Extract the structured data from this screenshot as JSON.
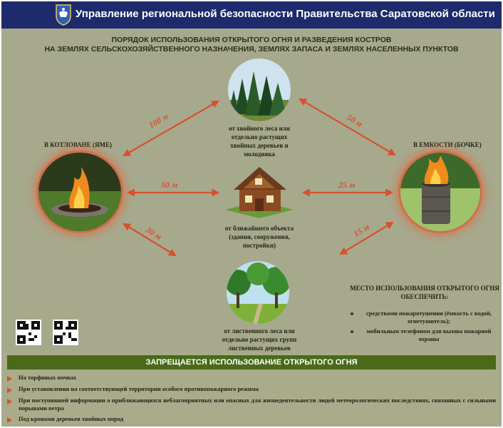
{
  "header": {
    "title": "Управление региональной безопасности Правительства Саратовской области",
    "emblem_icon": "saratov-coat-of-arms"
  },
  "poster": {
    "title_line1": "ПОРЯДОК ИСПОЛЬЗОВАНИЯ ОТКРЫТОГО ОГНЯ И  РАЗВЕДЕНИЯ КОСТРОВ",
    "title_line2": "НА ЗЕМЛЯХ СЕЛЬСКОХОЗЯЙСТВЕННОГО НАЗНАЧЕНИЯ, ЗЕМЛЯХ ЗАПАСА И ЗЕМЛЯХ НАСЕЛЕННЫХ ПУНКТОВ"
  },
  "places": {
    "pit": "В КОТЛОВАНЕ (ЯМЕ)",
    "barrel": "В ЕМКОСТИ (БОЧКЕ)"
  },
  "captions": {
    "conifer_l1": "от хвойного леса или",
    "conifer_l2": "отдельно растущих",
    "conifer_l3": "хвойных деревьев и",
    "conifer_l4": "молодняка",
    "building_l1": "от ближайшего объекта",
    "building_l2": "(здания, сооружения,",
    "building_l3": "постройки)",
    "deciduous_l1": "от лиственного леса или",
    "deciduous_l2": "отдельно растущих групп",
    "deciduous_l3": "лиственных деревьев"
  },
  "distances": {
    "pit_conifer": "100 м",
    "barrel_conifer": "50 м",
    "pit_building": "50 м",
    "barrel_building": "25 м",
    "pit_deciduous": "30 м",
    "barrel_deciduous": "15 м"
  },
  "ensure": {
    "title_l1": "МЕСТО ИСПОЛЬЗОВАНИЯ ОТКРЫТОГО ОГНЯ",
    "title_l2": "ОБЕСПЕЧИТЬ:",
    "items": [
      "средствами пожаротушения (ёмкость с водой, огнетушитель);",
      "мобильным телефоном для вызова пожарной охраны"
    ]
  },
  "ban": {
    "title": "ЗАПРЕЩАЕТСЯ ИСПОЛЬЗОВАНИЕ ОТКРЫТОГО ОГНЯ",
    "items": [
      "На торфяных почвах",
      "При установлении на соответствующей территории особого противопожарного режима",
      "При поступившей информации о приближающихся неблагоприятных или опасных для жизнедеятельности людей метеорологических последствиях, связанных с сильными порывами ветра",
      "Под кронами деревьев хвойных пород"
    ]
  },
  "colors": {
    "header_bg": "#1d2a6b",
    "poster_bg": "#a7a98d",
    "arrow": "#d8502f",
    "ban_bar": "#4a6a1a"
  }
}
